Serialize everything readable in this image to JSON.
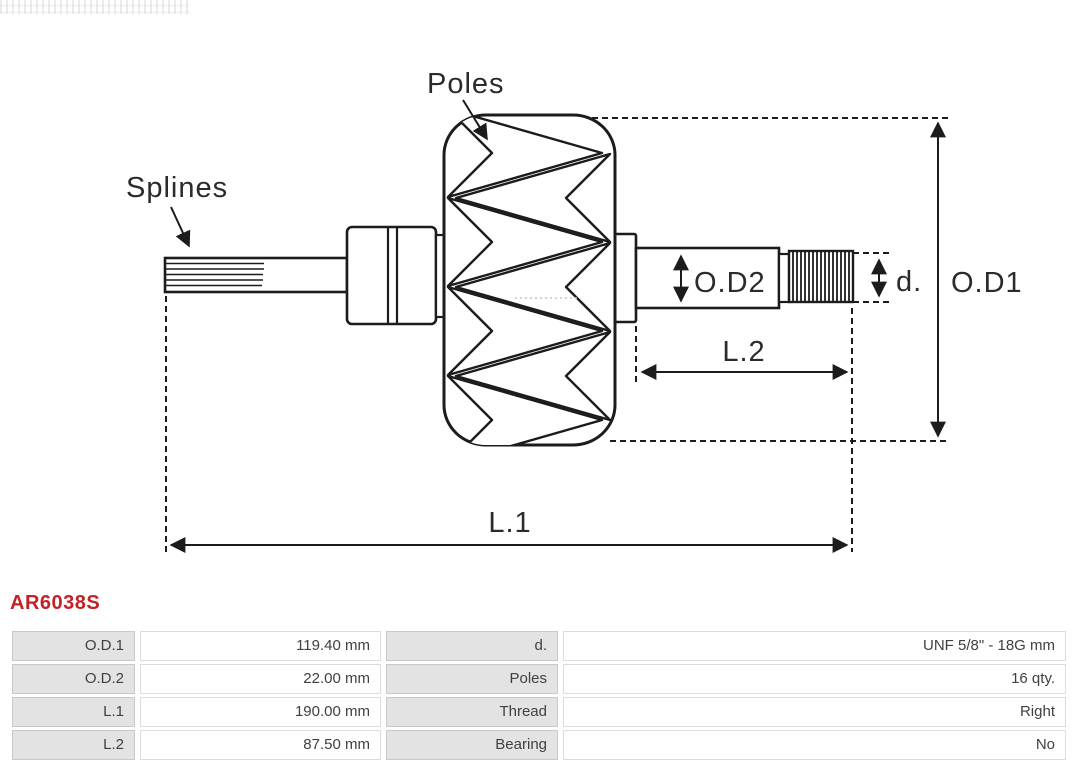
{
  "page": {
    "part_number": "AR6038S",
    "colors": {
      "accent_red": "#c42126",
      "line_color": "#1c1c1c",
      "table_key_bg": "#e3e3e3"
    }
  },
  "diagram": {
    "labels": {
      "poles": "Poles",
      "splines": "Splines",
      "od2": "O.D2",
      "d": "d.",
      "od1": "O.D1",
      "l2": "L.2",
      "l1": "L.1"
    }
  },
  "table": {
    "rows": [
      {
        "cells": [
          "O.D.1",
          "119.40 mm",
          "d.",
          "UNF 5/8\" - 18G mm"
        ]
      },
      {
        "cells": [
          "O.D.2",
          "22.00 mm",
          "Poles",
          "16 qty."
        ]
      },
      {
        "cells": [
          "L.1",
          "190.00 mm",
          "Thread",
          "Right"
        ]
      },
      {
        "cells": [
          "L.2",
          "87.50 mm",
          "Bearing",
          "No"
        ]
      }
    ]
  }
}
